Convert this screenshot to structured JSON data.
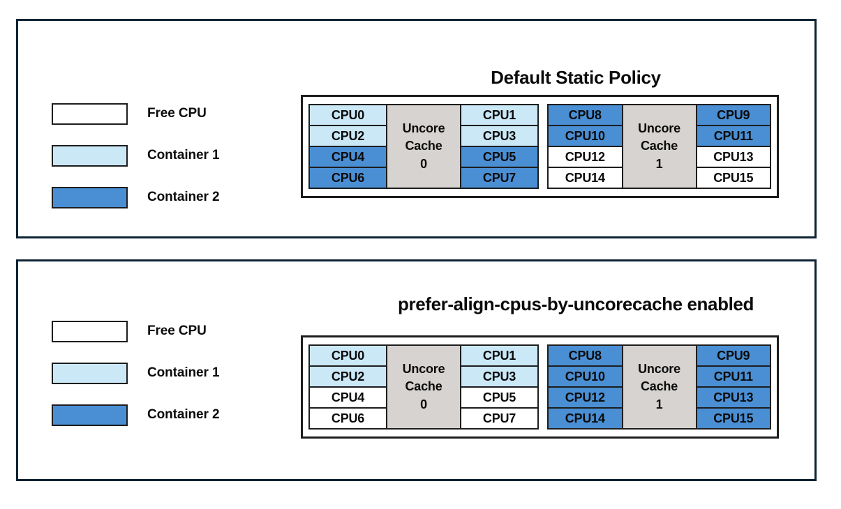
{
  "panels": [
    {
      "id": "default-static-policy",
      "title": "Default Static Policy",
      "legend": {
        "items": [
          {
            "label": "Free CPU",
            "color": "#ffffff",
            "swatch": "free"
          },
          {
            "label": "Container 1",
            "color": "#cbe8f7",
            "swatch": "c1"
          },
          {
            "label": "Container 2",
            "color": "#4a8fd4",
            "swatch": "c2"
          }
        ]
      },
      "cache_groups": [
        {
          "cache_label_line1": "Uncore",
          "cache_label_line2": "Cache",
          "cache_label_line3": "0",
          "left_column": [
            {
              "label": "CPU0",
              "state": "c1"
            },
            {
              "label": "CPU2",
              "state": "c1"
            },
            {
              "label": "CPU4",
              "state": "c2"
            },
            {
              "label": "CPU6",
              "state": "c2"
            }
          ],
          "right_column": [
            {
              "label": "CPU1",
              "state": "c1"
            },
            {
              "label": "CPU3",
              "state": "c1"
            },
            {
              "label": "CPU5",
              "state": "c2"
            },
            {
              "label": "CPU7",
              "state": "c2"
            }
          ]
        },
        {
          "cache_label_line1": "Uncore",
          "cache_label_line2": "Cache",
          "cache_label_line3": "1",
          "left_column": [
            {
              "label": "CPU8",
              "state": "c2"
            },
            {
              "label": "CPU10",
              "state": "c2"
            },
            {
              "label": "CPU12",
              "state": "free"
            },
            {
              "label": "CPU14",
              "state": "free"
            }
          ],
          "right_column": [
            {
              "label": "CPU9",
              "state": "c2"
            },
            {
              "label": "CPU11",
              "state": "c2"
            },
            {
              "label": "CPU13",
              "state": "free"
            },
            {
              "label": "CPU15",
              "state": "free"
            }
          ]
        }
      ]
    },
    {
      "id": "prefer-align-cpus-by-uncorecache-enabled",
      "title": "prefer-align-cpus-by-uncorecache enabled",
      "legend": {
        "items": [
          {
            "label": "Free CPU",
            "color": "#ffffff",
            "swatch": "free"
          },
          {
            "label": "Container 1",
            "color": "#cbe8f7",
            "swatch": "c1"
          },
          {
            "label": "Container 2",
            "color": "#4a8fd4",
            "swatch": "c2"
          }
        ]
      },
      "cache_groups": [
        {
          "cache_label_line1": "Uncore",
          "cache_label_line2": "Cache",
          "cache_label_line3": "0",
          "left_column": [
            {
              "label": "CPU0",
              "state": "c1"
            },
            {
              "label": "CPU2",
              "state": "c1"
            },
            {
              "label": "CPU4",
              "state": "free"
            },
            {
              "label": "CPU6",
              "state": "free"
            }
          ],
          "right_column": [
            {
              "label": "CPU1",
              "state": "c1"
            },
            {
              "label": "CPU3",
              "state": "c1"
            },
            {
              "label": "CPU5",
              "state": "free"
            },
            {
              "label": "CPU7",
              "state": "free"
            }
          ]
        },
        {
          "cache_label_line1": "Uncore",
          "cache_label_line2": "Cache",
          "cache_label_line3": "1",
          "left_column": [
            {
              "label": "CPU8",
              "state": "c2"
            },
            {
              "label": "CPU10",
              "state": "c2"
            },
            {
              "label": "CPU12",
              "state": "c2"
            },
            {
              "label": "CPU14",
              "state": "c2"
            }
          ],
          "right_column": [
            {
              "label": "CPU9",
              "state": "c2"
            },
            {
              "label": "CPU11",
              "state": "c2"
            },
            {
              "label": "CPU13",
              "state": "c2"
            },
            {
              "label": "CPU15",
              "state": "c2"
            }
          ]
        }
      ]
    }
  ],
  "colors": {
    "frame": "#0d2333",
    "cell_border": "#1d1d1d",
    "free_cpu": "#ffffff",
    "container_1": "#cbe8f7",
    "container_2": "#4a8fd4",
    "uncore_cache": "#d6d3d0",
    "text": "#0b0b0b"
  }
}
